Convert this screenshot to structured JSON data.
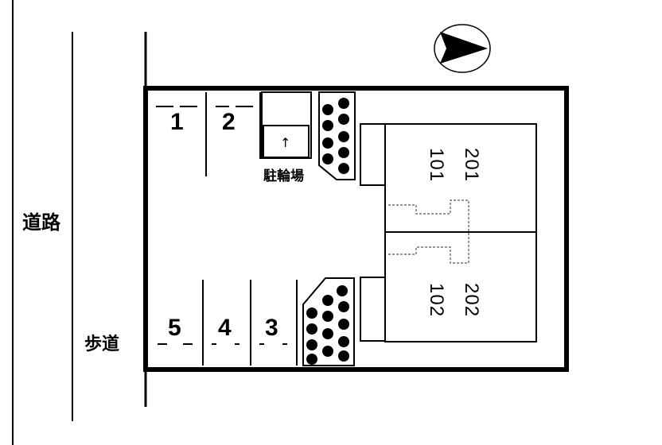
{
  "labels": {
    "road": "道路",
    "sidewalk": "歩道",
    "bicycle_parking": "駐輪場",
    "bicycle_arrow": "↑"
  },
  "parking_spaces": [
    "1",
    "2",
    "3",
    "4",
    "5"
  ],
  "units": {
    "upper": [
      "201",
      "101"
    ],
    "lower": [
      "202",
      "102"
    ]
  },
  "icons": {
    "north_arrow": "north-arrow-icon",
    "trees": "tree-icon"
  },
  "colors": {
    "line": "#000000",
    "background": "#ffffff",
    "dashed": "#555555"
  }
}
